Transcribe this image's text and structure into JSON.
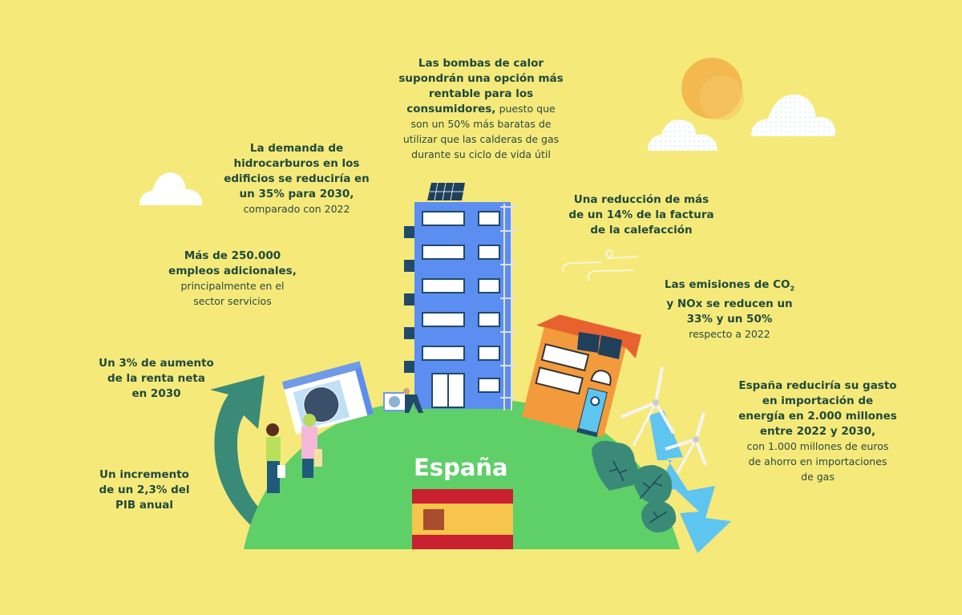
{
  "colors": {
    "background": "#f5e97a",
    "hill": "#5fcf68",
    "text_dark": "#1f4a3c",
    "building_blue": "#5b8ef0",
    "house_orange": "#f39a3d",
    "roof_red": "#e8622f",
    "arrow_teal": "#3a8a78",
    "lightning_blue": "#5ec4f0",
    "sun": "#f3b84e",
    "flag_red": "#c8202f",
    "flag_yellow": "#f7c44c"
  },
  "title": "España",
  "facts": {
    "heat_pumps": {
      "bold_lines": [
        "Las bombas de calor",
        "supondrán una opción más",
        "rentable para los",
        "consumidores,"
      ],
      "regular_tail": "puesto que",
      "regular_lines": [
        "son un 50% más baratas de",
        "utilizar que las calderas de gas",
        "durante su ciclo de vida útil"
      ]
    },
    "hydrocarbons": {
      "bold_lines": [
        "La demanda de",
        "hidrocarburos en los",
        "edificios se reduciría en",
        "un 35% para 2030,"
      ],
      "regular_lines": [
        "comparado con 2022"
      ]
    },
    "jobs": {
      "bold_lines": [
        "Más de 250.000",
        "empleos adicionales,"
      ],
      "regular_lines": [
        "principalmente en el",
        "sector servicios"
      ]
    },
    "income": {
      "bold_lines": [
        "Un 3% de aumento",
        "de la renta neta",
        "en 2030"
      ]
    },
    "gdp": {
      "bold_lines": [
        "Un incremento",
        "de un 2,3% del",
        "PIB anual"
      ]
    },
    "heating_bill": {
      "bold_lines": [
        "Una reducción de más",
        "de un 14% de la factura",
        "de la calefacción"
      ]
    },
    "emissions": {
      "bold_line1": "Las emisiones de CO",
      "bold_line1_sub": "2",
      "bold_lines": [
        "y NOx se reducen un",
        "33% y un 50%"
      ],
      "regular_lines": [
        "respecto a 2022"
      ]
    },
    "imports": {
      "bold_lines": [
        "España reduciría su gasto",
        "en importación de",
        "energía en 2.000 millones",
        "entre 2022 y 2030,"
      ],
      "regular_lines": [
        "con 1.000 millones de euros",
        "de ahorro en importaciones",
        "de gas"
      ]
    }
  },
  "icons": [
    "sun-icon",
    "cloud-icon",
    "wind-icon",
    "apartment-building-icon",
    "solar-panel-icon",
    "house-icon",
    "heat-pump-icon",
    "person-icon",
    "wind-turbine-icon",
    "tree-icon",
    "lightning-arrow-icon",
    "circular-arrow-icon",
    "spain-flag-icon"
  ]
}
